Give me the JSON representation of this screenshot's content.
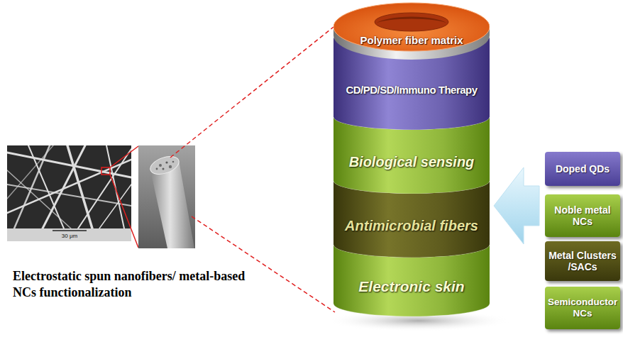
{
  "diagram": {
    "nodes": [
      {
        "text": [
          "Polymer fiber matrix"
        ]
      },
      {
        "text": [
          "CD/PD/SD/Immuno Therapy"
        ]
      },
      {
        "text": [
          "Biological sensing"
        ]
      },
      {
        "text": [
          "Antimicrobial fibers"
        ]
      },
      {
        "text": [
          "Electronic skin"
        ]
      },
      {
        "text": [
          "Doped QDs"
        ]
      },
      {
        "text": [
          "Noble metal NCs"
        ]
      },
      {
        "text": [
          "Metal Clusters /SACs"
        ]
      },
      {
        "text": [
          "Semiconductor NCs"
        ]
      }
    ],
    "labels": [
      "30 μm",
      "Electrostatic spun nanofibers/ metal-based NCs functionalization"
    ]
  }
}
